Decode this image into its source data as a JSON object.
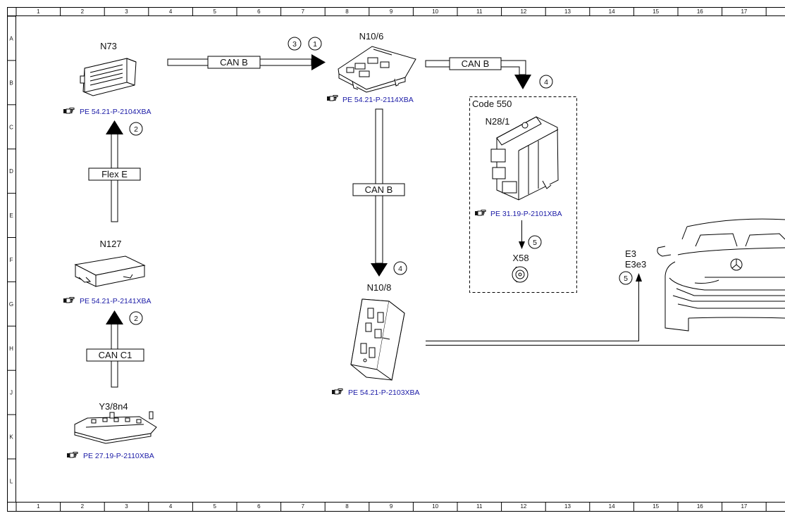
{
  "grid": {
    "columns": [
      "1",
      "2",
      "3",
      "4",
      "5",
      "6",
      "7",
      "8",
      "9",
      "10",
      "11",
      "12",
      "13",
      "14",
      "15",
      "16",
      "17"
    ],
    "rows": [
      "A",
      "B",
      "C",
      "D",
      "E",
      "F",
      "G",
      "H",
      "J",
      "K",
      "L"
    ]
  },
  "components": {
    "n73": "N73",
    "n10_6": "N10/6",
    "n127": "N127",
    "n10_8": "N10/8",
    "n28_1": "N28/1",
    "x58": "X58",
    "y3_8n4": "Y3/8n4",
    "e3": "E3",
    "e3e3": "E3e3"
  },
  "option_box": {
    "label": "Code 550"
  },
  "bus_labels": {
    "can_b_top": "CAN B",
    "can_b_right": "CAN B",
    "can_b_vertical": "CAN B",
    "flex_e": "Flex E",
    "can_c1": "CAN C1"
  },
  "references": {
    "n73": "PE 54.21-P-2104XBA",
    "n10_6": "PE 54.21-P-2114XBA",
    "n127": "PE 54.21-P-2141XBA",
    "n10_8": "PE 54.21-P-2103XBA",
    "n28_1": "PE 31.19-P-2101XBA",
    "y3_8n4": "PE 27.19-P-2110XBA"
  },
  "markers": {
    "m3": "3",
    "m1": "1",
    "m4_right": "4",
    "m4_vertical": "4",
    "m2_upper": "2",
    "m2_lower": "2",
    "m5_x58": "5",
    "m5_e3": "5"
  },
  "icons": {
    "reference": "pointing-hand-icon"
  },
  "colors": {
    "line": "#000000",
    "reference_text": "#1a1aa6"
  }
}
